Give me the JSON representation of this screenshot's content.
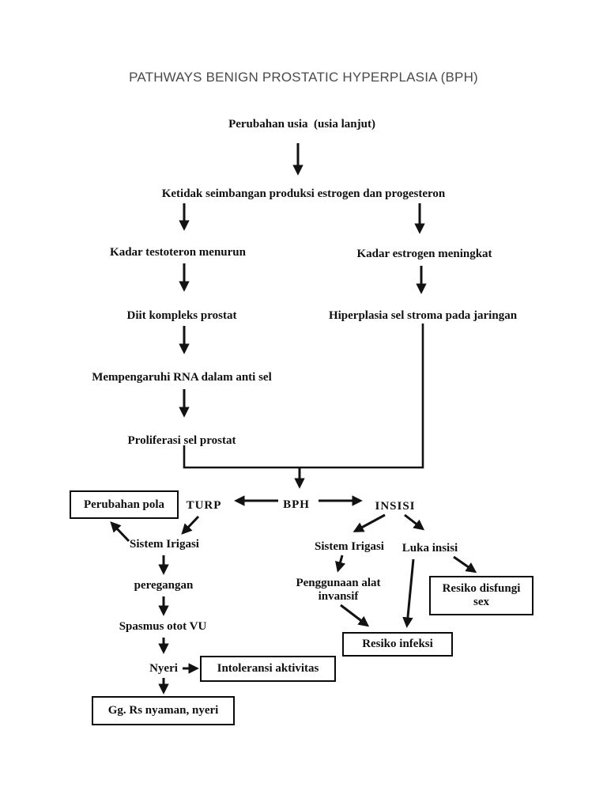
{
  "page": {
    "title": "PATHWAYS BENIGN PROSTATIC HYPERPLASIA (BPH)",
    "background": "#ffffff",
    "ink_color": "#121212",
    "title_color": "#4a4a4a"
  },
  "nodes": {
    "perubahan_usia": {
      "label": "Perubahan usia  (usia lanjut)"
    },
    "ketidak_seimbangan": {
      "label": "Ketidak seimbangan produksi estrogen dan progesteron"
    },
    "kadar_testoteron": {
      "label": "Kadar testoteron menurun"
    },
    "kadar_estrogen": {
      "label": "Kadar estrogen meningkat"
    },
    "diit_kompleks": {
      "label": "Diit kompleks prostat"
    },
    "hiperplasia": {
      "label": "Hiperplasia sel stroma pada jaringan"
    },
    "mempengaruhi_rna": {
      "label": "Mempengaruhi RNA dalam anti sel"
    },
    "proliferasi": {
      "label": "Proliferasi sel prostat"
    },
    "bph": {
      "label": "BPH"
    },
    "turp": {
      "label": "TURP"
    },
    "insisi": {
      "label": "INSISI"
    },
    "perubahan_pola": {
      "label": "Perubahan pola",
      "boxed": true
    },
    "sistem_irigasi_kiri": {
      "label": "Sistem Irigasi"
    },
    "peregangan": {
      "label": "peregangan"
    },
    "spasmus_otot_vu": {
      "label": "Spasmus otot VU"
    },
    "nyeri": {
      "label": "Nyeri"
    },
    "intoleransi_aktivitas": {
      "label": "Intoleransi aktivitas",
      "boxed": true
    },
    "gg_rs_nyaman": {
      "label": "Gg. Rs nyaman, nyeri",
      "boxed": true
    },
    "sistem_irigasi_kanan": {
      "label": "Sistem Irigasi"
    },
    "luka_insisi": {
      "label": "Luka insisi"
    },
    "penggunaan_alat": {
      "label": "Penggunaan alat invansif"
    },
    "resiko_disfungi": {
      "label": "Resiko disfungi sex",
      "boxed": true
    },
    "resiko_infeksi": {
      "label": "Resiko infeksi",
      "boxed": true
    }
  },
  "edges": [
    {
      "from": "perubahan_usia",
      "to": "ketidak_seimbangan"
    },
    {
      "from": "ketidak_seimbangan",
      "to": "kadar_testoteron"
    },
    {
      "from": "ketidak_seimbangan",
      "to": "kadar_estrogen"
    },
    {
      "from": "kadar_testoteron",
      "to": "diit_kompleks"
    },
    {
      "from": "kadar_estrogen",
      "to": "hiperplasia"
    },
    {
      "from": "diit_kompleks",
      "to": "mempengaruhi_rna"
    },
    {
      "from": "mempengaruhi_rna",
      "to": "proliferasi"
    },
    {
      "from": "proliferasi",
      "to": "bph"
    },
    {
      "from": "hiperplasia",
      "to": "bph"
    },
    {
      "from": "bph",
      "to": "turp"
    },
    {
      "from": "bph",
      "to": "insisi"
    },
    {
      "from": "turp",
      "to": "sistem_irigasi_kiri"
    },
    {
      "from": "sistem_irigasi_kiri",
      "to": "perubahan_pola"
    },
    {
      "from": "sistem_irigasi_kiri",
      "to": "peregangan"
    },
    {
      "from": "peregangan",
      "to": "spasmus_otot_vu"
    },
    {
      "from": "spasmus_otot_vu",
      "to": "nyeri"
    },
    {
      "from": "nyeri",
      "to": "intoleransi_aktivitas"
    },
    {
      "from": "nyeri",
      "to": "gg_rs_nyaman"
    },
    {
      "from": "insisi",
      "to": "sistem_irigasi_kanan"
    },
    {
      "from": "insisi",
      "to": "luka_insisi"
    },
    {
      "from": "sistem_irigasi_kanan",
      "to": "penggunaan_alat"
    },
    {
      "from": "luka_insisi",
      "to": "resiko_disfungi"
    },
    {
      "from": "luka_insisi",
      "to": "resiko_infeksi"
    },
    {
      "from": "penggunaan_alat",
      "to": "resiko_infeksi"
    }
  ]
}
